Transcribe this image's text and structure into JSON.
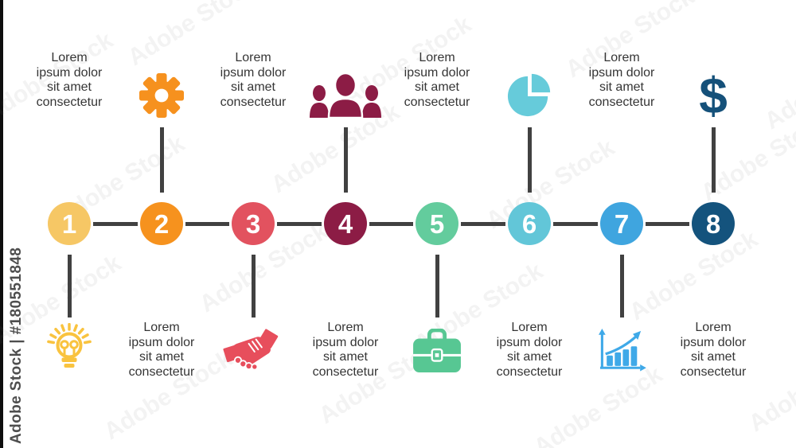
{
  "canvas": {
    "background": "#ffffff",
    "connector_color": "#414141",
    "text_color": "#353535"
  },
  "watermark": {
    "side_label": "Adobe Stock | #180551848",
    "tile_label": "Adobe Stock"
  },
  "lorem_lines": [
    "Lorem",
    "ipsum dolor",
    "sit amet",
    "consectetur"
  ],
  "steps": [
    {
      "number": "1",
      "circle_color": "#F6C765",
      "icon": "lightbulb",
      "icon_color": "#F9C33F",
      "icon_side": "bottom"
    },
    {
      "number": "2",
      "circle_color": "#F6921E",
      "icon": "gear",
      "icon_color": "#F6911E",
      "icon_side": "top"
    },
    {
      "number": "3",
      "circle_color": "#E2525F",
      "icon": "handshake",
      "icon_color": "#E74E5C",
      "icon_side": "bottom"
    },
    {
      "number": "4",
      "circle_color": "#8C1C45",
      "icon": "team",
      "icon_color": "#8C1C45",
      "icon_side": "top"
    },
    {
      "number": "5",
      "circle_color": "#63CC9D",
      "icon": "briefcase",
      "icon_color": "#57C793",
      "icon_side": "bottom"
    },
    {
      "number": "6",
      "circle_color": "#62C6D8",
      "icon": "pie-chart",
      "icon_color": "#66CBDA",
      "icon_side": "top"
    },
    {
      "number": "7",
      "circle_color": "#3FA5DF",
      "icon": "bar-chart",
      "icon_color": "#3FA9E8",
      "icon_side": "bottom"
    },
    {
      "number": "8",
      "circle_color": "#14537D",
      "icon": "dollar",
      "icon_color": "#15517A",
      "icon_side": "top"
    }
  ]
}
